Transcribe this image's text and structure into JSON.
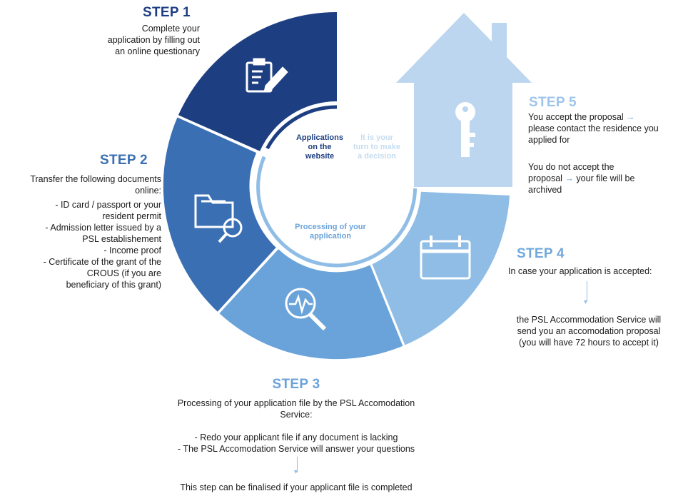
{
  "colors": {
    "step1": "#1d3f82",
    "step2": "#3a6fb3",
    "step3": "#6aa3da",
    "step4": "#8fbde6",
    "step5": "#bcd6ef",
    "step5_title": "#9ec4ea",
    "arrow": "#6fa8dc"
  },
  "icons": {
    "step1": "clipboard-pencil-icon",
    "step2": "folder-search-icon",
    "step3": "magnifier-pulse-icon",
    "step4": "calendar-icon",
    "step5": "key-icon"
  },
  "hub": {
    "applications": [
      "Applications",
      "on the",
      "website"
    ],
    "decision": [
      "It is your",
      "turn to make",
      "a decision"
    ],
    "processing": [
      "Processing of your",
      "application"
    ]
  },
  "step1": {
    "title": "STEP 1",
    "lines": [
      "Complete your",
      "application by filling out",
      "an online questionary"
    ]
  },
  "step2": {
    "title": "STEP 2",
    "intro": [
      "Transfer the following documents",
      "online:"
    ],
    "items": [
      [
        "- ID card / passport or your",
        "resident permit"
      ],
      [
        "- Admission letter issued by a",
        "PSL establishement"
      ],
      [
        "- Income proof"
      ],
      [
        "- Certificate of the grant of the",
        "CROUS (if you are",
        "beneficiary of this grant)"
      ]
    ]
  },
  "step3": {
    "title": "STEP 3",
    "intro": [
      "Processing of your application file by the PSL Accomodation",
      "Service:"
    ],
    "items": [
      "- Redo your applicant file if any document is lacking",
      "- The PSL Accomodation Service will answer your questions"
    ],
    "conclusion": "This step can be finalised if your applicant file is completed"
  },
  "step4": {
    "title": "STEP 4",
    "condition": "In case your application is accepted:",
    "result": [
      "the PSL Accommodation Service will",
      "send you an accomodation proposal",
      "(you will have 72 hours to accept it)"
    ]
  },
  "step5": {
    "title": "STEP 5",
    "accept": {
      "before": "You accept the proposal",
      "arrow": "→",
      "after": [
        "please contact the residence you",
        "applied for"
      ]
    },
    "decline": {
      "before_lines": [
        "You do not accept the"
      ],
      "before_last": "proposal",
      "arrow": "→",
      "after_same_line": "your file will be",
      "after": [
        "archived"
      ]
    }
  }
}
